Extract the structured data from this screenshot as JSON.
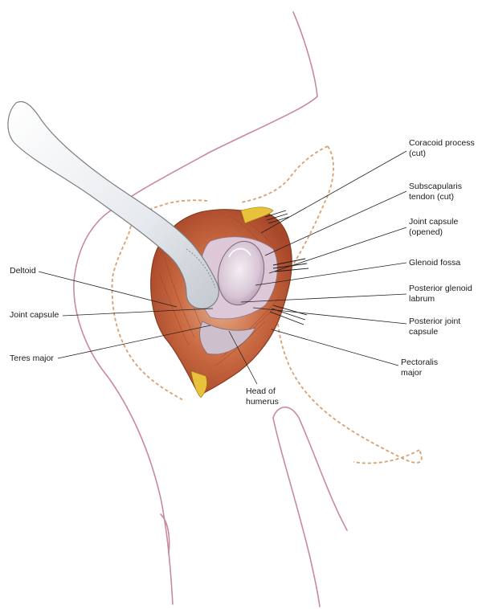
{
  "labels": {
    "coracoid_process": [
      "Coracoid process",
      "(cut)"
    ],
    "subscapularis_tendon": [
      "Subscapularis",
      "tendon (cut)"
    ],
    "joint_capsule_opened": [
      "Joint capsule",
      "(opened)"
    ],
    "glenoid_fossa": [
      "Glenoid fossa"
    ],
    "posterior_glenoid_labrum": [
      "Posterior glenoid",
      "labrum"
    ],
    "posterior_joint_capsule": [
      "Posterior joint",
      "capsule"
    ],
    "pectoralis_major": [
      "Pectoralis",
      "major"
    ],
    "deltoid": [
      "Deltoid"
    ],
    "joint_capsule": [
      "Joint capsule"
    ],
    "teres_major": [
      "Teres major"
    ],
    "head_of_humerus": [
      "Head of",
      "humerus"
    ]
  },
  "colors": {
    "skin_outline": "#c98a9a",
    "incision_dashed": "#d9a070",
    "muscle": "#c8643c",
    "muscle_dark": "#9c3f22",
    "capsule": "#ddc8d8",
    "fat": "#e8c23a",
    "retractor": "#eef0f2",
    "leader": "#222222"
  }
}
